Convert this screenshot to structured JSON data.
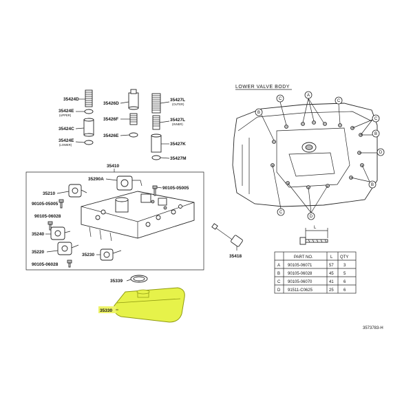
{
  "figure_id": "3573783-H",
  "section_title": "LOWER VALVE BODY",
  "dimension_label": "L",
  "part_labels": {
    "p35424d": "35424D",
    "p35426d": "35426D",
    "p35427l": "35427L",
    "p35427l_note": "(OUTER)",
    "p35424e": "35424E",
    "p35424e_note": "(UPPER)",
    "p35426f": "35426F",
    "p35427l_inner": "35427L",
    "p35427l_inner_note": "(INNER)",
    "p35424c": "35424C",
    "p35426e": "35426E",
    "p35424e_lower": "35424E",
    "p35424e_lower_note": "(LOWER)",
    "p35427k": "35427K",
    "p35427m": "35427M",
    "p35410": "35410",
    "p35290a": "35290A",
    "p35210": "35210",
    "p90105_05005a": "90105-05005",
    "p90105_05005b": "90105-05005",
    "p90105_06028a": "90105-06028",
    "p35240": "35240",
    "p35220": "35220",
    "p90105_06028b": "90105-06028",
    "p35230": "35230",
    "p35418": "35418",
    "p35339": "35339",
    "p35330": "35330"
  },
  "callouts": [
    "A",
    "B",
    "C",
    "D"
  ],
  "bolt_table": {
    "headers": [
      "",
      "PART NO.",
      "L",
      "QTY"
    ],
    "rows": [
      [
        "A",
        "90105-06071",
        "57",
        "3"
      ],
      [
        "B",
        "90105-06028",
        "45",
        "5"
      ],
      [
        "C",
        "90105-06070",
        "41",
        "6"
      ],
      [
        "D",
        "91511-C0625",
        "25",
        "6"
      ]
    ]
  },
  "colors": {
    "highlight": "#e6f24a",
    "highlight_stroke": "#c9d81c",
    "label_highlight": "#eef36a"
  }
}
